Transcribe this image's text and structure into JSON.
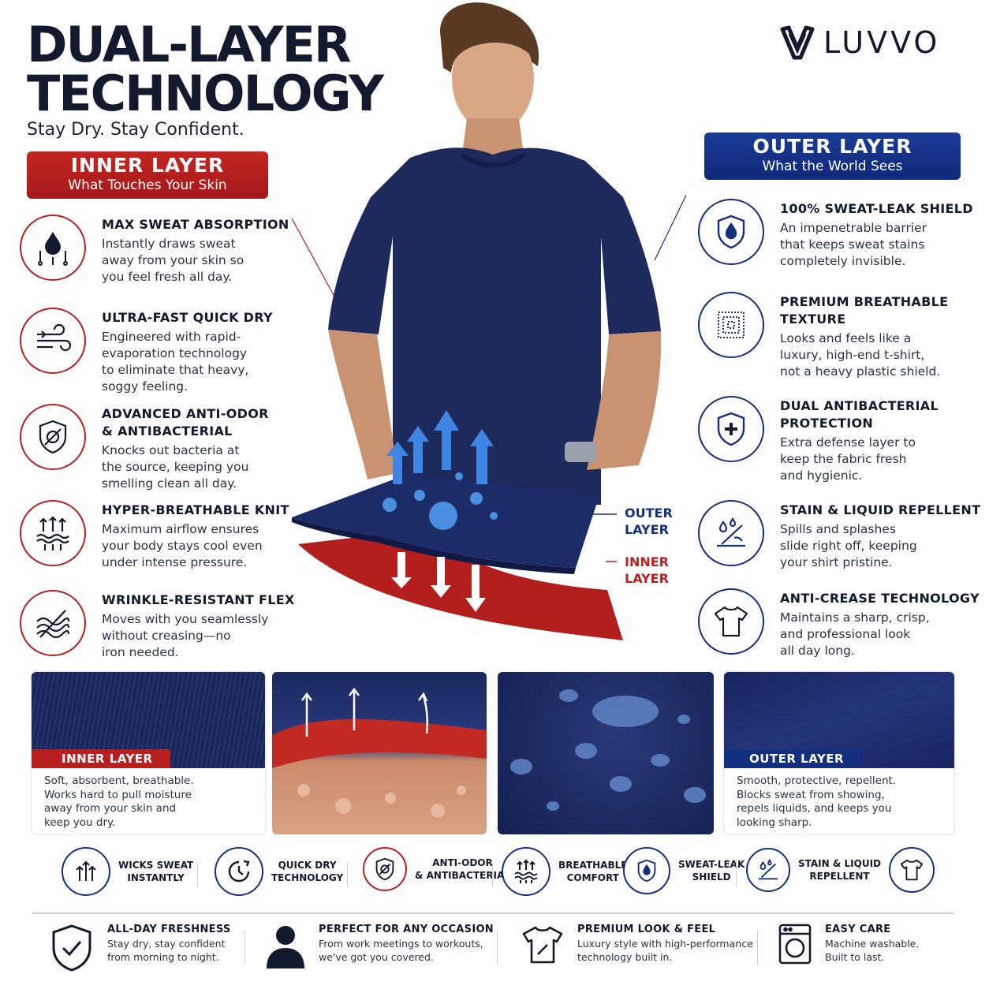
{
  "header": {
    "headline_line1": "DUAL-LAYER",
    "headline_line2": "TECHNOLOGY",
    "tagline": "Stay Dry. Stay Confident."
  },
  "brand": {
    "name": "LUVVO"
  },
  "inner_banner": {
    "title": "INNER LAYER",
    "subtitle": "What Touches Your Skin"
  },
  "outer_banner": {
    "title": "OUTER LAYER",
    "subtitle": "What the World Sees"
  },
  "inner_features": [
    {
      "title": "MAX SWEAT ABSORPTION",
      "desc": [
        "Instantly draws sweat",
        "away from your skin so",
        "you feel fresh all day."
      ],
      "icon": "sweat-drop-icon"
    },
    {
      "title": "ULTRA-FAST QUICK DRY",
      "desc": [
        "Engineered with rapid-",
        "evaporation technology",
        "to eliminate that heavy,",
        "soggy feeling."
      ],
      "icon": "wind-icon"
    },
    {
      "title_lines": [
        "ADVANCED ANTI-ODOR",
        "& ANTIBACTERIAL"
      ],
      "desc": [
        "Knocks out bacteria at",
        "the source, keeping you",
        "smelling clean all day."
      ],
      "icon": "antibacterial-shield-icon"
    },
    {
      "title": "HYPER-BREATHABLE KNIT",
      "desc": [
        "Maximum airflow ensures",
        "your body stays cool even",
        "under intense pressure."
      ],
      "icon": "breathable-arrows-icon"
    },
    {
      "title": "WRINKLE-RESISTANT FLEX",
      "desc": [
        "Moves with you seamlessly",
        "without creasing—no",
        "iron needed."
      ],
      "icon": "wrinkle-free-icon"
    }
  ],
  "outer_features": [
    {
      "title": "100% SWEAT-LEAK SHIELD",
      "desc": [
        "An impenetrable barrier",
        "that keeps sweat stains",
        "completely invisible."
      ],
      "icon": "drop-shield-icon"
    },
    {
      "title_lines": [
        "PREMIUM BREATHABLE",
        "TEXTURE"
      ],
      "desc": [
        "Looks and feels like a",
        "luxury, high-end t-shirt,",
        "not a heavy plastic shield."
      ],
      "icon": "fabric-texture-icon"
    },
    {
      "title_lines": [
        "DUAL ANTIBACTERIAL",
        "PROTECTION"
      ],
      "desc": [
        "Extra defense layer to",
        "keep the fabric fresh",
        "and hygienic."
      ],
      "icon": "plus-shield-icon"
    },
    {
      "title": "STAIN & LIQUID REPELLENT",
      "desc": [
        "Spills and splashes",
        "slide right off, keeping",
        "your shirt pristine."
      ],
      "icon": "repel-drops-icon"
    },
    {
      "title": "ANTI-CREASE TECHNOLOGY",
      "desc": [
        "Maintains a sharp, crisp,",
        "and professional look",
        "all day long."
      ],
      "icon": "tshirt-icon"
    }
  ],
  "layer_labels": {
    "outer": [
      "OUTER",
      "LAYER"
    ],
    "inner": [
      "INNER",
      "LAYER"
    ]
  },
  "panels": {
    "inner": {
      "tag": "INNER LAYER",
      "desc": [
        "Soft, absorbent, breathable.",
        "Works hard to pull moisture",
        "away from your skin and",
        "keep you dry."
      ]
    },
    "outer": {
      "tag": "OUTER LAYER",
      "desc": [
        "Smooth, protective, repellent.",
        "Blocks sweat from showing,",
        "repels liquids, and keeps you",
        "looking sharp."
      ]
    }
  },
  "badges": [
    {
      "label": [
        "WICKS SWEAT",
        "INSTANTLY"
      ],
      "icon": "wick-arrows-icon"
    },
    {
      "label": [
        "QUICK DRY",
        "TECHNOLOGY"
      ],
      "icon": "clock-icon"
    },
    {
      "label": [
        "ANTI-ODOR",
        "& ANTIBACTERIAL"
      ],
      "icon": "antibacterial-shield-icon"
    },
    {
      "label": [
        "BREATHABLE",
        "COMFORT"
      ],
      "icon": "breathable-arrows-icon"
    },
    {
      "label": [
        "SWEAT-LEAK",
        "SHIELD"
      ],
      "icon": "drop-shield-icon"
    },
    {
      "label": [
        "STAIN & LIQUID",
        "REPELLENT"
      ],
      "icon": "repel-drops-icon"
    }
  ],
  "bottom": [
    {
      "title": "ALL-DAY FRESHNESS",
      "desc": [
        "Stay dry, stay confident",
        "from morning to night."
      ],
      "icon": "check-shield-icon"
    },
    {
      "title": "PERFECT FOR ANY OCCASION",
      "desc": [
        "From work meetings to workouts,",
        "we've got you covered."
      ],
      "icon": "person-icon"
    },
    {
      "title": "PREMIUM LOOK & FEEL",
      "desc": [
        "Luxury style with high-performance",
        "technology built in."
      ],
      "icon": "tshirt-icon"
    },
    {
      "title": "EASY CARE",
      "desc": [
        "Machine washable.",
        "Built to last."
      ],
      "icon": "washing-machine-icon"
    }
  ],
  "colors": {
    "navy": "#13307f",
    "red": "#b81f1f",
    "ink": "#141a2e",
    "shirt": "#1e2a5c"
  }
}
